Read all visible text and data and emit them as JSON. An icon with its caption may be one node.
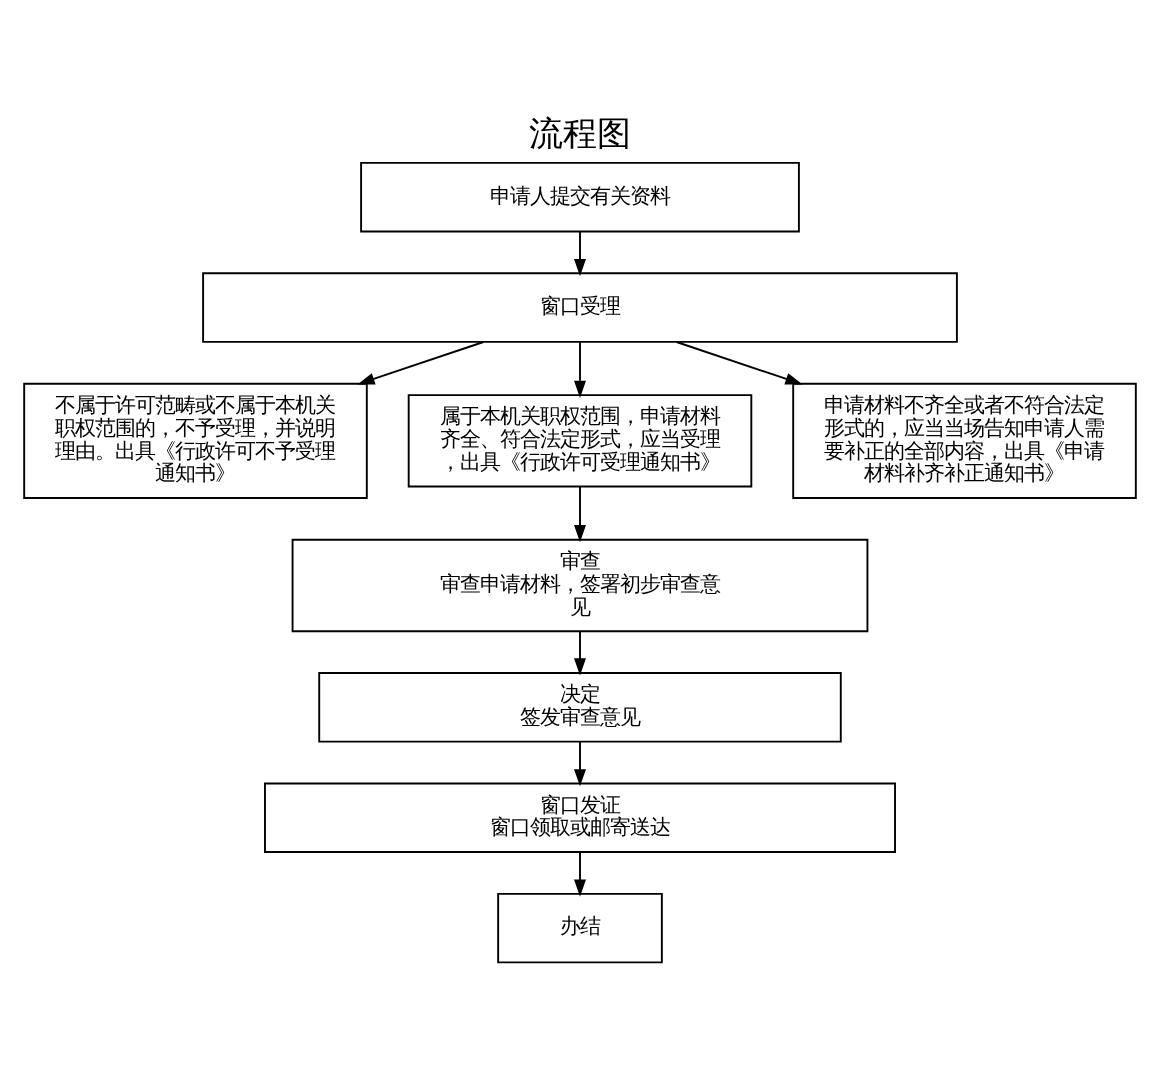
{
  "diagram": {
    "title": "流程图",
    "nodes": [
      {
        "text": [
          "申请人提交有关资料"
        ]
      },
      {
        "text": [
          "窗口受理"
        ]
      },
      {
        "text": [
          "不属于许可范畴或不属于本机关职权范围的，不予受理，并说明理由。出具《行政许可不予受理通知书》"
        ]
      },
      {
        "text": [
          "属于本机关职权范围，申请材料齐全、符合法定形式，应当受理，出具《行政许可受理通知书》"
        ]
      },
      {
        "text": [
          "申请材料不齐全或者不符合法定形式的，应当当场告知申请人需要补正的全部内容，出具《申请材料补齐补正通知书》"
        ]
      },
      {
        "text": [
          "审查",
          "审查申请材料，签署初步审查意见"
        ]
      },
      {
        "text": [
          "决定",
          "签发审查意见"
        ]
      },
      {
        "text": [
          "窗口发证",
          "窗口领取或邮寄送达"
        ]
      },
      {
        "text": [
          "办结"
        ]
      }
    ],
    "edges": [
      {
        "from": 0,
        "to": 1,
        "arrow": "to"
      },
      {
        "from": 1,
        "to": 2,
        "arrow": "to"
      },
      {
        "from": 1,
        "to": 3,
        "arrow": "to"
      },
      {
        "from": 1,
        "to": 4,
        "arrow": "to"
      },
      {
        "from": 3,
        "to": 5,
        "arrow": "to"
      },
      {
        "from": 5,
        "to": 6,
        "arrow": "to"
      },
      {
        "from": 6,
        "to": 7,
        "arrow": "to"
      },
      {
        "from": 7,
        "to": 8,
        "arrow": "to"
      }
    ]
  }
}
